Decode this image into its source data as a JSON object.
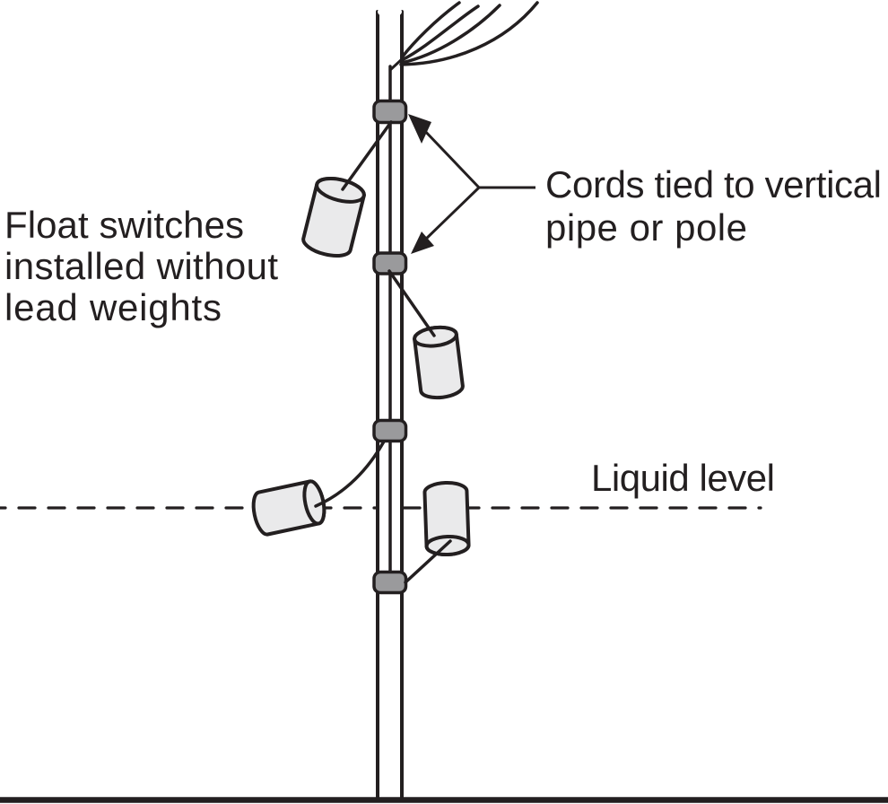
{
  "diagram": {
    "labels": {
      "float_switches": {
        "line1": "Float switches",
        "line2": "installed without",
        "line3": "lead weights"
      },
      "cords_tied": {
        "line1": "Cords tied to vertical",
        "line2": "pipe or pole"
      },
      "liquid_level": "Liquid level"
    },
    "counts": {
      "float_switches": 4,
      "pipe_clamps": 4,
      "top_cords": 4
    }
  },
  "colors": {
    "ink": "#231f20",
    "float_fill": "#eaeaeb",
    "clamp_fill": "#9a9a9c",
    "background": "#ffffff"
  }
}
